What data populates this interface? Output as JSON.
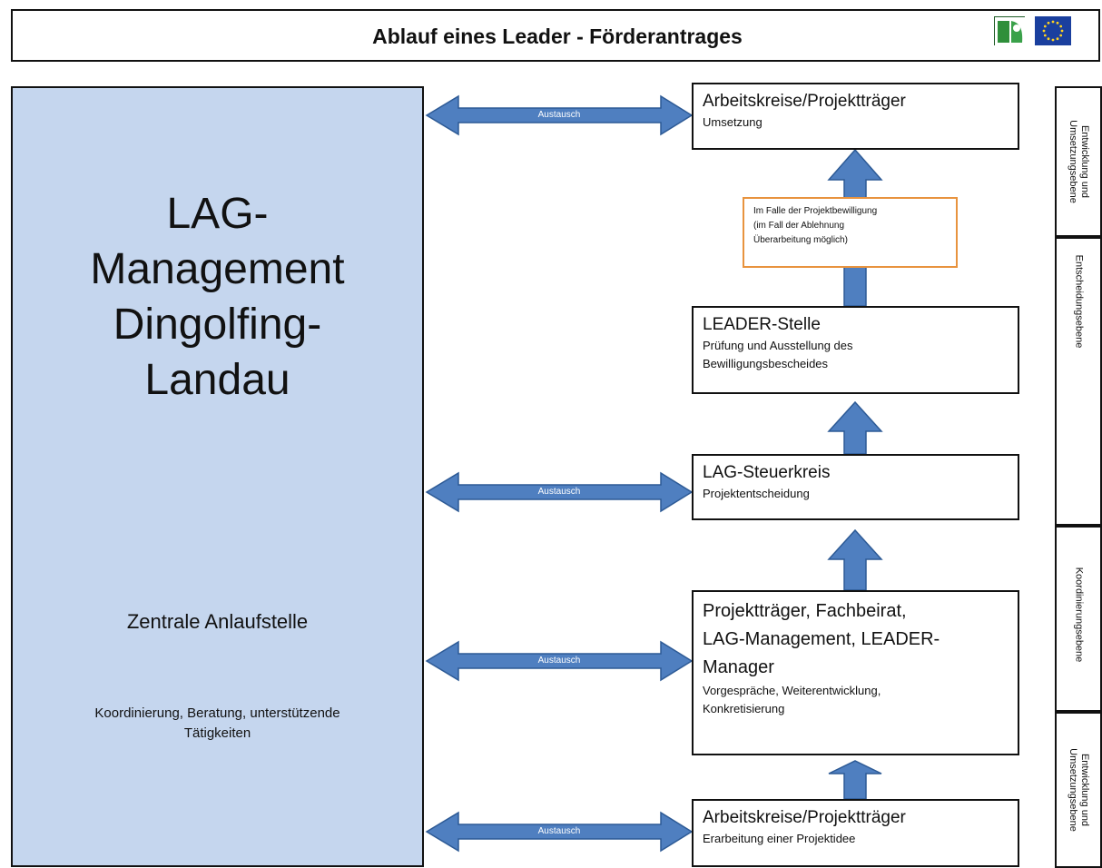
{
  "header": {
    "title": "Ablauf eines Leader - Förderantrages"
  },
  "lag": {
    "title_lines": [
      "LAG-",
      "Management",
      "Dingolfing-",
      "Landau"
    ],
    "subtitle": "Zentrale Anlaufstelle",
    "description_lines": [
      "Koordinierung, Beratung, unterstützende",
      "Tätigkeiten"
    ]
  },
  "flow": {
    "top_box": {
      "title": "Arbeitskreise/Projektträger",
      "subtitle": "Umsetzung"
    },
    "note_lines": [
      "Im Falle der Projektbewilligung",
      "(im Fall der Ablehnung",
      "Überarbeitung möglich)"
    ],
    "leader_stelle": {
      "title": "LEADER-Stelle",
      "subtitle_lines": [
        "Prüfung und Ausstellung des",
        "Bewilligungsbescheides"
      ]
    },
    "steuerkreis": {
      "title": "LAG-Steuerkreis",
      "subtitle": "Projektentscheidung"
    },
    "projekttraeger": {
      "title_lines": [
        "Projektträger, Fachbeirat,",
        "LAG-Management, LEADER-",
        "Manager"
      ],
      "subtitle_lines": [
        "Vorgespräche, Weiterentwicklung,",
        "Konkretisierung"
      ]
    },
    "bottom_box": {
      "title": "Arbeitskreise/Projektträger",
      "subtitle": "Erarbeitung einer Projektidee"
    }
  },
  "exchange_label": "Austausch",
  "levels": [
    {
      "lines": [
        "Entwicklung und",
        "Umsetzungsebene"
      ]
    },
    {
      "lines": [
        "Entscheidungsebene"
      ]
    },
    {
      "lines": [
        "Koordinierungsebene"
      ]
    },
    {
      "lines": [
        "Entwicklung und",
        "Umsetzungsebene"
      ]
    }
  ],
  "colors": {
    "panel": "#c5d6ee",
    "arrow": "#4f7fc0",
    "arrow_outline": "#2d5a95",
    "note_border": "#e8933e"
  }
}
